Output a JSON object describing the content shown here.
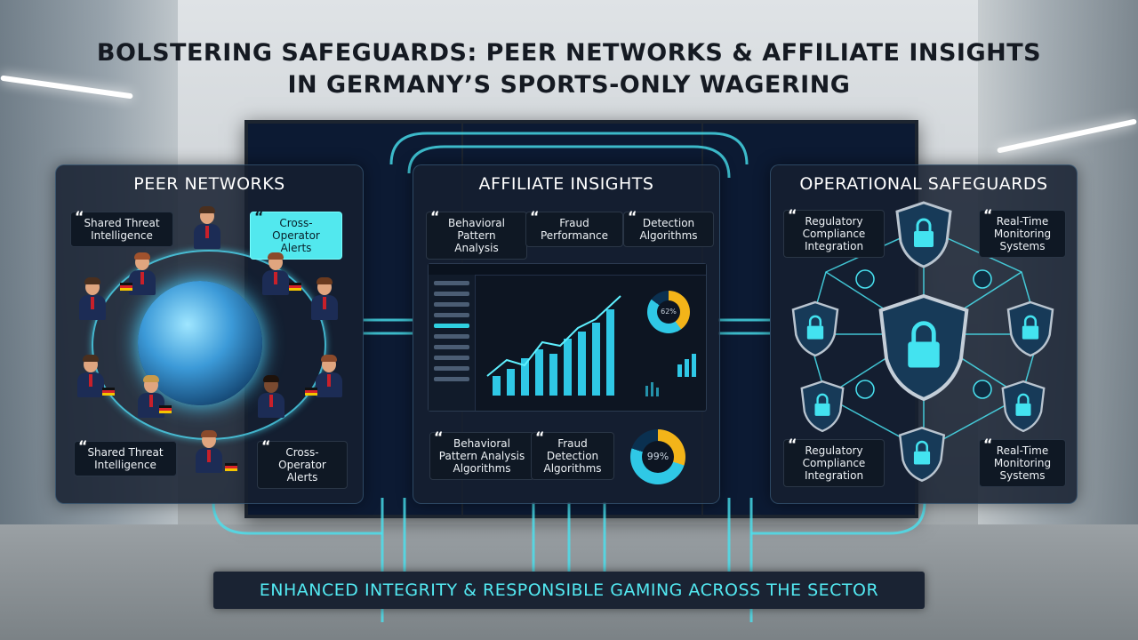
{
  "title_line1": "BOLSTERING SAFEGUARDS: PEER NETWORKS & AFFILIATE INSIGHTS",
  "title_line2": "IN GERMANY’S SPORTS-ONLY WAGERING",
  "panels": {
    "peer": {
      "heading": "PEER NETWORKS",
      "bubbles": [
        "Shared Threat Intelligence",
        "Cross-Operator Alerts",
        "Shared Threat Intelligence",
        "Cross-Operator Alerts"
      ]
    },
    "affiliate": {
      "heading": "AFFILIATE INSIGHTS",
      "bubbles_top": [
        "Behavioral Pattern Analysis",
        "Fraud Performance",
        "Detection Algorithms"
      ],
      "bubbles_bottom": [
        "Behavioral Pattern Analysis Algorithms",
        "Fraud Detection Algorithms"
      ],
      "donut_label": "99%",
      "donut_small_label": "62%"
    },
    "operational": {
      "heading": "OPERATIONAL SAFEGUARDS",
      "bubbles": [
        "Regulatory Compliance Integration",
        "Real-Time Monitoring Systems",
        "Regulatory Compliance Integration",
        "Real-Time Monitoring Systems"
      ]
    }
  },
  "footer": "ENHANCED INTEGRITY & RESPONSIBLE GAMING ACROSS THE SECTOR",
  "colors": {
    "accent": "#53e9f2",
    "panel": "#162030",
    "title": "#151a22"
  },
  "icons": [
    "quote-icon",
    "globe-icon",
    "person-icon",
    "german-flag-icon",
    "shield-lock-icon",
    "donut-chart-icon",
    "bar-chart-icon"
  ]
}
